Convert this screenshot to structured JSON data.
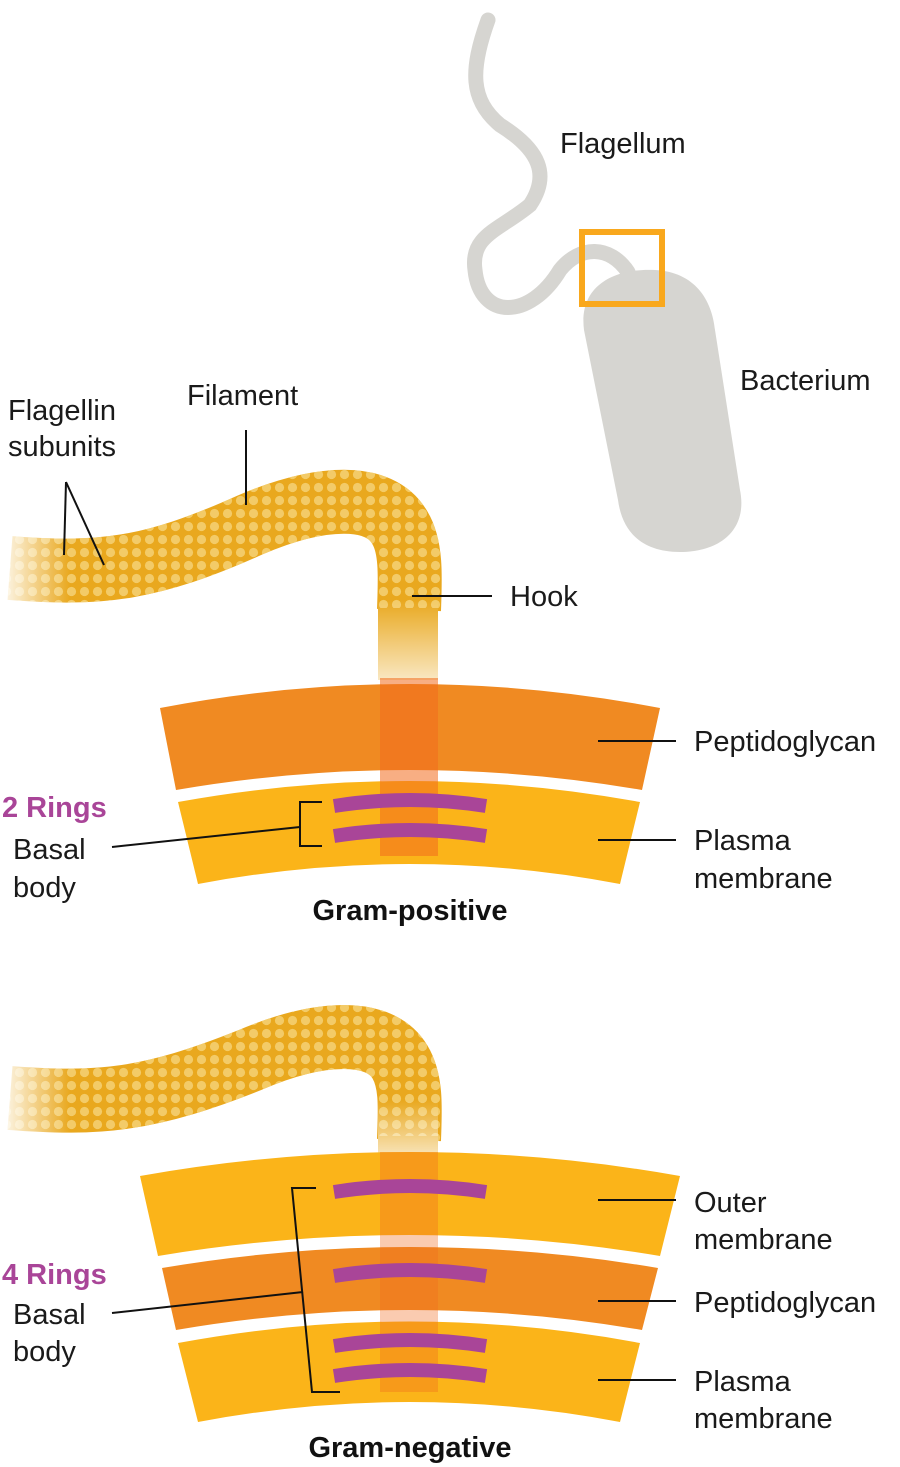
{
  "colors": {
    "filament": "#E9A81E",
    "filament_dot": "#F7D680",
    "peptidoglycan": "#F08A22",
    "membrane": "#FBB419",
    "ring": "#A94598",
    "bacterium": "#D6D5D1",
    "highlight_box": "#F9A81D",
    "shaft": "#F4A060"
  },
  "overview": {
    "flagellum_label": "Flagellum",
    "bacterium_label": "Bacterium"
  },
  "gram_positive": {
    "title": "Gram-positive",
    "flagellin_label_line1": "Flagellin",
    "flagellin_label_line2": "subunits",
    "filament_label": "Filament",
    "hook_label": "Hook",
    "peptidoglycan_label": "Peptidoglycan",
    "plasma_label_line1": "Plasma",
    "plasma_label_line2": "membrane",
    "rings_label": "2 Rings",
    "basal_label_line1": "Basal",
    "basal_label_line2": "body"
  },
  "gram_negative": {
    "title": "Gram-negative",
    "outer_label_line1": "Outer",
    "outer_label_line2": "membrane",
    "peptidoglycan_label": "Peptidoglycan",
    "plasma_label_line1": "Plasma",
    "plasma_label_line2": "membrane",
    "rings_label": "4 Rings",
    "basal_label_line1": "Basal",
    "basal_label_line2": "body"
  }
}
